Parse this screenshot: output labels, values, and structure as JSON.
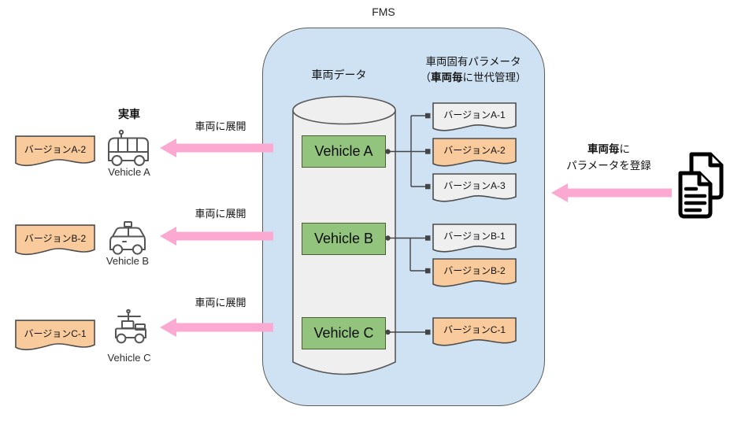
{
  "diagram": {
    "title": "FMS",
    "colors": {
      "fms_background": "#cfe2f3",
      "vehicle_box": "#93c47d",
      "version_highlight": "#f9cb9c",
      "version_plain": "#efefef",
      "deploy_arrow": "#fba9d0",
      "connector": "#444444"
    },
    "fms": {
      "db_label": "車両データ",
      "params_heading": {
        "line1": "車両固有パラメータ",
        "line2_prefix": "（",
        "line2_bold": "車両毎",
        "line2_rest": "に世代管理）"
      },
      "vehicles": [
        {
          "label": "Vehicle A"
        },
        {
          "label": "Vehicle B"
        },
        {
          "label": "Vehicle C"
        }
      ],
      "versions": [
        {
          "label": "バージョンA-1",
          "highlight": false
        },
        {
          "label": "バージョンA-2",
          "highlight": true
        },
        {
          "label": "バージョンA-3",
          "highlight": false
        },
        {
          "label": "バージョンB-1",
          "highlight": false
        },
        {
          "label": "バージョンB-2",
          "highlight": true
        },
        {
          "label": "バージョンC-1",
          "highlight": true
        }
      ]
    },
    "left": {
      "heading": "実車",
      "deploy_label": "車両に展開",
      "rows": [
        {
          "doc_label": "バージョンA-2",
          "vehicle_label": "Vehicle A",
          "icon": "bus-icon"
        },
        {
          "doc_label": "バージョンB-2",
          "vehicle_label": "Vehicle B",
          "icon": "taxi-icon"
        },
        {
          "doc_label": "バージョンC-1",
          "vehicle_label": "Vehicle C",
          "icon": "robot-vehicle-icon"
        }
      ]
    },
    "right": {
      "register_bold": "車両毎",
      "register_rest": "に",
      "register_line2": "パラメータを登録",
      "icon": "documents-icon"
    }
  }
}
